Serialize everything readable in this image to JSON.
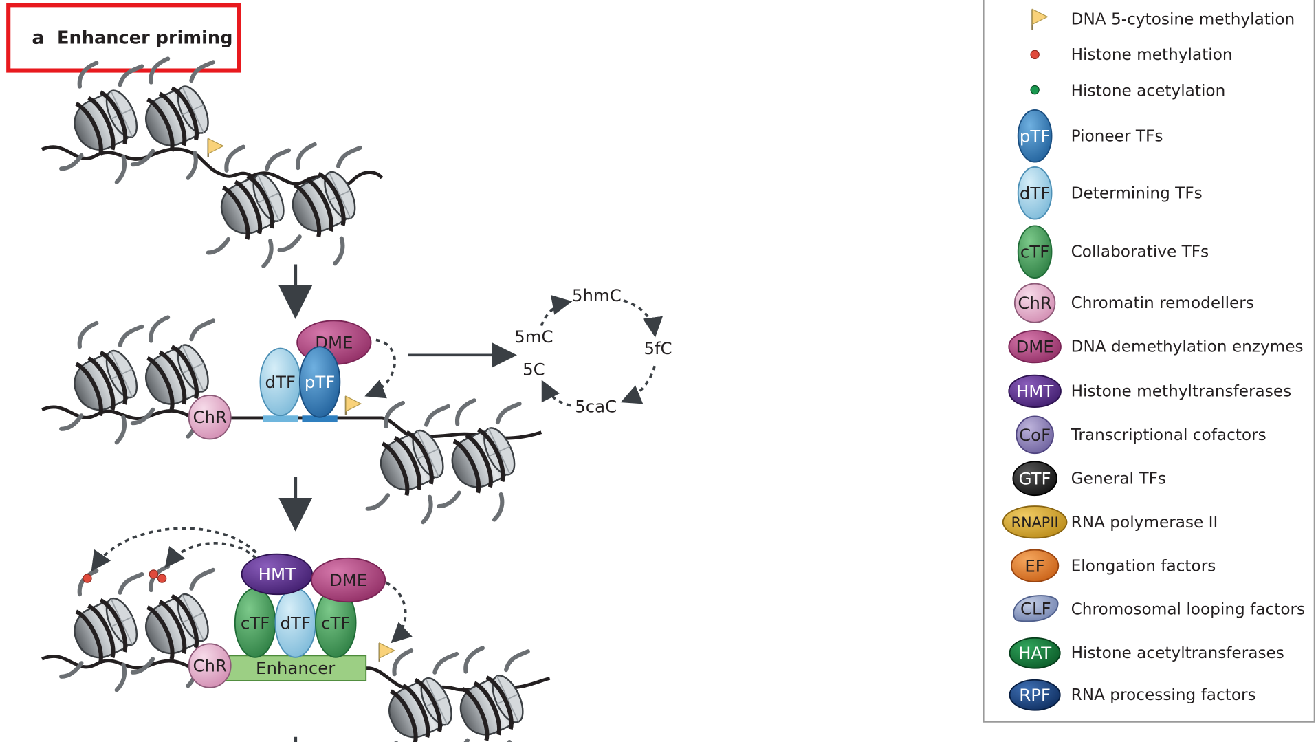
{
  "panel": {
    "letter": "a",
    "title": "Enhancer priming"
  },
  "cycle": {
    "labels": [
      "5mC",
      "5hmC",
      "5fC",
      "5caC",
      "5C"
    ]
  },
  "molecules": {
    "chr": "ChR",
    "dtf": "dTF",
    "ptf": "pTF",
    "dme": "DME",
    "hmt": "HMT",
    "ctf": "cTF",
    "enhancer": "Enhancer"
  },
  "legend": {
    "items": [
      {
        "abbr": "",
        "label": "DNA 5-cytosine methylation",
        "icon": "flag-icon",
        "color": "#f9d27a"
      },
      {
        "abbr": "",
        "label": "Histone methylation",
        "icon": "red-dot-icon",
        "color": "#e04a3c"
      },
      {
        "abbr": "",
        "label": "Histone acetylation",
        "icon": "green-dot-icon",
        "color": "#1a9850"
      },
      {
        "abbr": "pTF",
        "label": "Pioneer TFs",
        "icon": "ptf-icon",
        "color": "#2f7fbf"
      },
      {
        "abbr": "dTF",
        "label": "Determining TFs",
        "icon": "dtf-icon",
        "color": "#8ecae6"
      },
      {
        "abbr": "cTF",
        "label": "Collaborative TFs",
        "icon": "ctf-icon",
        "color": "#3fa05a"
      },
      {
        "abbr": "ChR",
        "label": "Chromatin remodellers",
        "icon": "chr-icon",
        "color": "#e2a6c6"
      },
      {
        "abbr": "DME",
        "label": "DNA demethylation enzymes",
        "icon": "dme-icon",
        "color": "#b0407c"
      },
      {
        "abbr": "HMT",
        "label": "Histone methyltransferases",
        "icon": "hmt-icon",
        "color": "#5b2b8c"
      },
      {
        "abbr": "CoF",
        "label": "Transcriptional cofactors",
        "icon": "cof-icon",
        "color": "#8b7fb8"
      },
      {
        "abbr": "GTF",
        "label": "General TFs",
        "icon": "gtf-icon",
        "color": "#222222"
      },
      {
        "abbr": "RNAPII",
        "label": "RNA polymerase II",
        "icon": "rnapii-icon",
        "color": "#d4a32b"
      },
      {
        "abbr": "EF",
        "label": "Elongation factors",
        "icon": "ef-icon",
        "color": "#e0792a"
      },
      {
        "abbr": "CLF",
        "label": "Chromosomal looping factors",
        "icon": "clf-icon",
        "color": "#8d9cc4"
      },
      {
        "abbr": "HAT",
        "label": "Histone acetyltransferases",
        "icon": "hat-icon",
        "color": "#127a3a"
      },
      {
        "abbr": "RPF",
        "label": "RNA processing factors",
        "icon": "rpf-icon",
        "color": "#163e7a"
      }
    ]
  },
  "colors": {
    "highlight_border": "#e8191e",
    "dna": "#231f20",
    "arrow": "#3a3f44"
  }
}
